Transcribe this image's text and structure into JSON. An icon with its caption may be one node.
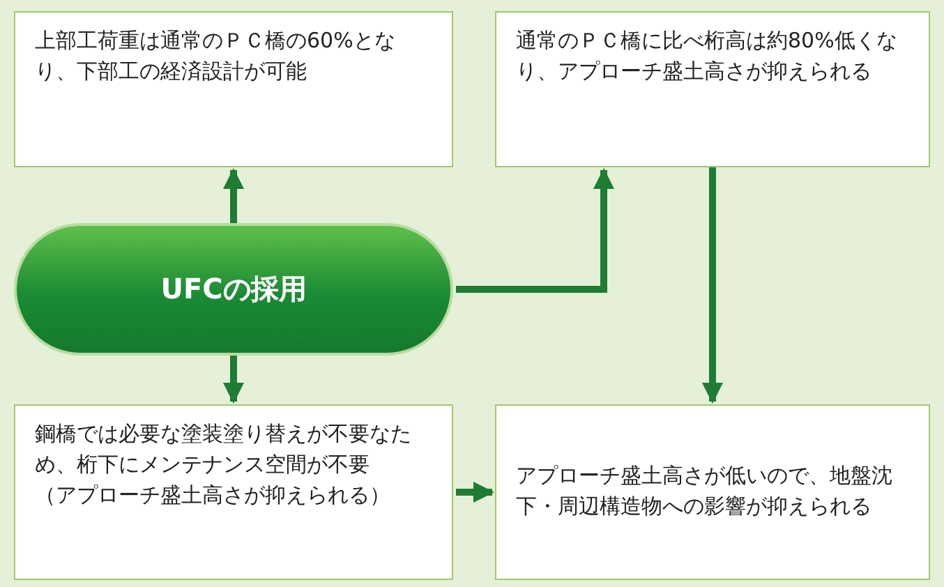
{
  "diagram": {
    "nodes": [
      {
        "text": [
          "上部工荷重は通常のＰＣ橋の60%となり、下部工の経済設計が可能"
        ]
      },
      {
        "text": [
          "通常のＰＣ橋に比べ桁高は約80%低くなり、アプローチ盛土高さが抑えられる"
        ]
      },
      {
        "text": [
          "UFCの採用"
        ]
      },
      {
        "text": [
          "鋼橋では必要な塗装塗り替えが不要なため、桁下にメンテナンス空間が不要",
          "（アプローチ盛土高さが抑えられる）"
        ]
      },
      {
        "text": [
          "アプローチ盛土高さが低いので、地盤沈下・周辺構造物への影響が抑えられる"
        ]
      }
    ],
    "edges": [
      {
        "from": 2,
        "to": 0,
        "arrow": "to"
      },
      {
        "from": 2,
        "to": 1,
        "arrow": "to"
      },
      {
        "from": 2,
        "to": 3,
        "arrow": "to"
      },
      {
        "from": 1,
        "to": 4,
        "arrow": "to"
      },
      {
        "from": 3,
        "to": 4,
        "arrow": "to"
      }
    ]
  }
}
